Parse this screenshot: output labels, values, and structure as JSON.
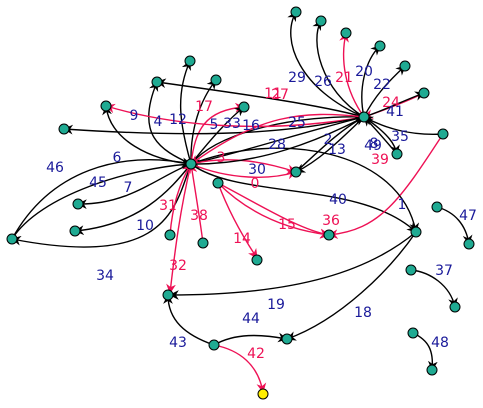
{
  "colors": {
    "black_edge": "#000000",
    "red_edge": "#ee1155",
    "black_label": "#1a1a9a",
    "red_label": "#ee1155",
    "node_fill": "#1faa92",
    "special_node_fill": "#ffee00"
  },
  "nodes": [
    {
      "id": "hub-a"
    },
    {
      "id": "hub-b"
    },
    {
      "id": "n-c"
    },
    {
      "id": "n-d"
    },
    {
      "id": "n-e"
    },
    {
      "id": "n-f"
    },
    {
      "id": "n-g"
    },
    {
      "id": "n-h"
    },
    {
      "id": "n-i"
    },
    {
      "id": "n-j"
    },
    {
      "id": "n-k"
    },
    {
      "id": "n-l"
    },
    {
      "id": "n-m"
    },
    {
      "id": "n-n"
    },
    {
      "id": "n-o"
    },
    {
      "id": "n-p"
    },
    {
      "id": "n-q"
    },
    {
      "id": "n-r"
    },
    {
      "id": "n-s"
    },
    {
      "id": "n-t"
    },
    {
      "id": "n-u"
    },
    {
      "id": "n-v"
    },
    {
      "id": "n-w"
    },
    {
      "id": "n-x"
    },
    {
      "id": "n-y"
    },
    {
      "id": "n-z"
    },
    {
      "id": "n-aa"
    },
    {
      "id": "n-ab"
    },
    {
      "id": "n-ac"
    },
    {
      "id": "n-ad"
    },
    {
      "id": "n-ae"
    },
    {
      "id": "n-af"
    },
    {
      "id": "n-ag"
    },
    {
      "id": "n-ah"
    },
    {
      "id": "n-ai"
    },
    {
      "id": "n-aj"
    },
    {
      "id": "n-ak",
      "special": true
    }
  ],
  "edges": [
    {
      "label": "46",
      "color": "black"
    },
    {
      "label": "6",
      "color": "black"
    },
    {
      "label": "45",
      "color": "black"
    },
    {
      "label": "7",
      "color": "black"
    },
    {
      "label": "10",
      "color": "black"
    },
    {
      "label": "34",
      "color": "black"
    },
    {
      "label": "31",
      "color": "red"
    },
    {
      "label": "38",
      "color": "red"
    },
    {
      "label": "32",
      "color": "red"
    },
    {
      "label": "9",
      "color": "black"
    },
    {
      "label": "4",
      "color": "black"
    },
    {
      "label": "12",
      "color": "black"
    },
    {
      "label": "17",
      "color": "red"
    },
    {
      "label": "5",
      "color": "black"
    },
    {
      "label": "33",
      "color": "black"
    },
    {
      "label": "16",
      "color": "black"
    },
    {
      "label": "11",
      "color": "red"
    },
    {
      "label": "25",
      "color": "black"
    },
    {
      "label": "28",
      "color": "black"
    },
    {
      "label": "3",
      "color": "red"
    },
    {
      "label": "30",
      "color": "black"
    },
    {
      "label": "0",
      "color": "red"
    },
    {
      "label": "13",
      "color": "black"
    },
    {
      "label": "2",
      "color": "black"
    },
    {
      "label": "8",
      "color": "black"
    },
    {
      "label": "40",
      "color": "black"
    },
    {
      "label": "39",
      "color": "red"
    },
    {
      "label": "1",
      "color": "black"
    },
    {
      "label": "36",
      "color": "red"
    },
    {
      "label": "15",
      "color": "red"
    },
    {
      "label": "14",
      "color": "red"
    },
    {
      "label": "29",
      "color": "black"
    },
    {
      "label": "26",
      "color": "black"
    },
    {
      "label": "21",
      "color": "red"
    },
    {
      "label": "20",
      "color": "black"
    },
    {
      "label": "22",
      "color": "black"
    },
    {
      "label": "24",
      "color": "red"
    },
    {
      "label": "41",
      "color": "black"
    },
    {
      "label": "35",
      "color": "black"
    },
    {
      "label": "49",
      "color": "black"
    },
    {
      "label": "19",
      "color": "black"
    },
    {
      "label": "18",
      "color": "black"
    },
    {
      "label": "44",
      "color": "black"
    },
    {
      "label": "43",
      "color": "black"
    },
    {
      "label": "42",
      "color": "red"
    },
    {
      "label": "47",
      "color": "black"
    },
    {
      "label": "37",
      "color": "black"
    },
    {
      "label": "48",
      "color": "black"
    },
    {
      "label": "27",
      "color": "red"
    }
  ]
}
